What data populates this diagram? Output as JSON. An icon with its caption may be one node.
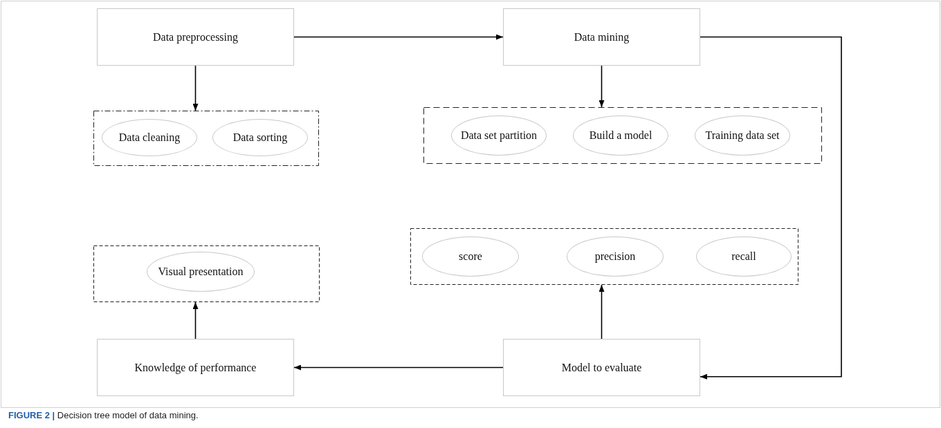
{
  "diagram": {
    "caption": "**FIGURE 2 |** Decision tree model of data mining.",
    "nodes": [
      {
        "text": [
          "Data preprocessing"
        ]
      },
      {
        "text": [],
        "shape": "box"
      },
      {
        "text": [
          "Data cleaning"
        ],
        "in": 1
      },
      {
        "text": [
          "Data sorting"
        ],
        "in": 1
      },
      {
        "text": [
          "Data mining"
        ]
      },
      {
        "text": [],
        "shape": "box"
      },
      {
        "text": [
          "Data set partition"
        ],
        "in": 5
      },
      {
        "text": [
          "Build a model"
        ],
        "in": 5
      },
      {
        "text": [
          "Training data set"
        ],
        "in": 5
      },
      {
        "text": [],
        "shape": "box"
      },
      {
        "text": [
          "score"
        ],
        "in": 9
      },
      {
        "text": [
          "precision"
        ],
        "in": 9
      },
      {
        "text": [
          "recall"
        ],
        "in": 9
      },
      {
        "text": [],
        "shape": "box"
      },
      {
        "text": [
          "Visual presentation"
        ],
        "in": 13
      },
      {
        "text": [
          "Knowledge of performance"
        ]
      },
      {
        "text": [
          "Model to evaluate"
        ]
      }
    ],
    "edges": [
      {
        "from": 0,
        "to": 4,
        "arrow": "to"
      },
      {
        "from": 0,
        "to": 1,
        "arrow": "to"
      },
      {
        "from": 4,
        "to": 5,
        "arrow": "to"
      },
      {
        "from": 4,
        "to": 16,
        "arrow": "to"
      },
      {
        "from": 16,
        "to": 9,
        "arrow": "to"
      },
      {
        "from": 16,
        "to": 15,
        "arrow": "to"
      },
      {
        "from": 15,
        "to": 13,
        "arrow": "to"
      }
    ]
  }
}
